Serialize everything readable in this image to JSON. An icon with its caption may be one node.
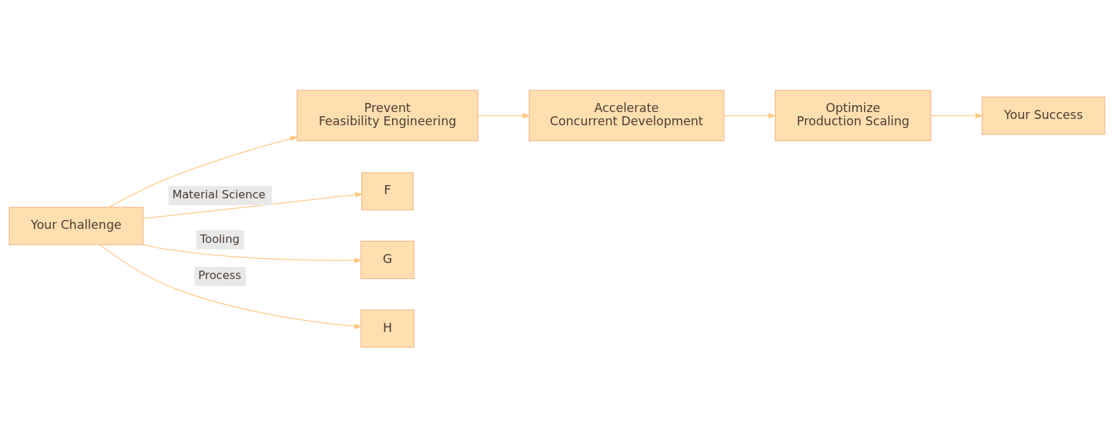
{
  "diagram": {
    "nodes": [
      {
        "text": [
          "Your Challenge"
        ]
      },
      {
        "text": [
          "Prevent",
          "Feasibility Engineering"
        ]
      },
      {
        "text": [
          "Accelerate",
          "Concurrent Development"
        ]
      },
      {
        "text": [
          "Optimize",
          "Production Scaling"
        ]
      },
      {
        "text": [
          "Your Success"
        ]
      },
      {
        "text": [
          "F"
        ]
      },
      {
        "text": [
          "G"
        ]
      },
      {
        "text": [
          "H"
        ]
      }
    ],
    "edges": [
      {
        "from": 0,
        "to": 1,
        "arrow": "to"
      },
      {
        "from": 1,
        "to": 2,
        "arrow": "to"
      },
      {
        "from": 2,
        "to": 3,
        "arrow": "to"
      },
      {
        "from": 3,
        "to": 4,
        "arrow": "to"
      },
      {
        "from": 0,
        "to": 5,
        "arrow": "to",
        "label": "Material Science"
      },
      {
        "from": 0,
        "to": 6,
        "arrow": "to",
        "label": "Tooling"
      },
      {
        "from": 0,
        "to": 7,
        "arrow": "to",
        "label": "Process"
      }
    ]
  }
}
